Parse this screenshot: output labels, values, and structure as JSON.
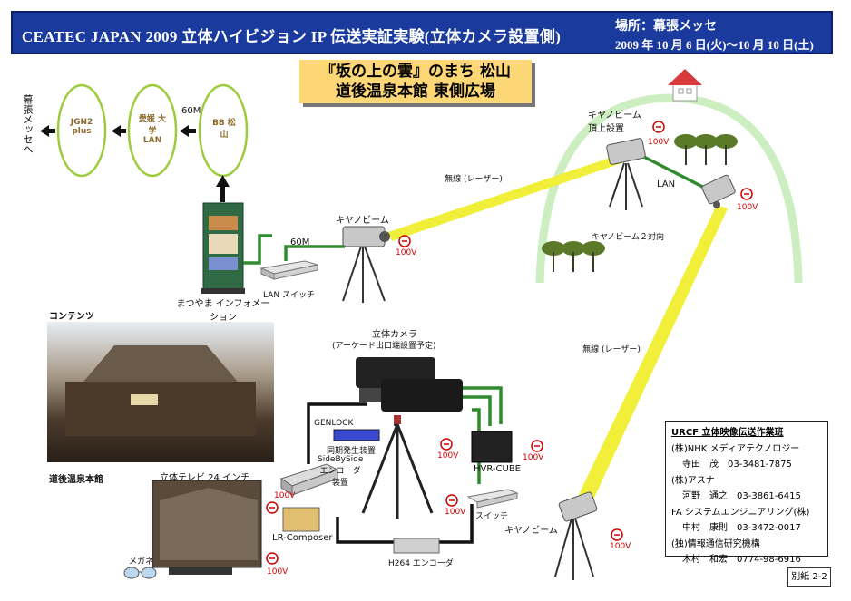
{
  "header": {
    "title": "CEATEC JAPAN 2009 立体ハイビジョン IP 伝送実証実験(立体カメラ設置側)",
    "location": "場所：幕張メッセ",
    "dates": "2009 年 10 月 6 日(火)～10 月 10 日(土)"
  },
  "venue": {
    "line1": "『坂の上の雲』のまち 松山",
    "line2": "道後温泉本館 東側広場"
  },
  "network": {
    "makuhari": "幕張メッセへ",
    "jgn2": "JGN2 plus",
    "ehime": "愛媛 大学 LAN",
    "bb": "BB 松山",
    "link_60m_top": "60M",
    "link_60m_mid": "60M",
    "lan_switch": "LAN スイッチ",
    "info_kiosk": "まつやま インフォメーション"
  },
  "labels": {
    "canobeam_mid": "キヤノビーム",
    "wireless_laser_top": "無線 (レーザー)",
    "canobeam_roof": "キヤノビーム 頂上設置",
    "lan": "LAN",
    "canobeam_2dir": "キヤノビーム２対向",
    "wireless_laser_right": "無線 (レーザー)",
    "contents": "コンテンツ",
    "dogo_building": "道後温泉本館",
    "stereo_cam": "立体カメラ",
    "stereo_cam_note": "(アーケード出口端設置予定)",
    "genlock": "GENLOCK",
    "sync_gen": "同期発生装置",
    "sbs_encoder": "SideBySide エンコーダ 装置",
    "hvr_cube": "HVR-CUBE",
    "switch": "スイッチ",
    "canobeam_bottom": "キヤノビーム",
    "tv3d": "立体テレビ 24 インチ",
    "lr_composer": "LR-Composer",
    "h264": "H264 エンコーダ",
    "glasses": "メガネ",
    "v100": "100V"
  },
  "contacts": {
    "title": "URCF 立体映像伝送作業班",
    "rows": [
      "(株)NHK メディアテクノロジー",
      "寺田　茂　03-3481-7875",
      "(株)アスナ",
      "河野　通之　03-3861-6415",
      "FA システムエンジニアリング(株)",
      "中村　康則　03-3472-0017",
      "(独)情報通信研究機構",
      "木村　和宏　0774-98-6916"
    ]
  },
  "annex": "別紙 2-2",
  "colors": {
    "header_bg": "#1a3a9e",
    "venue_bg": "#fdd675",
    "laser": "#f2ef3a",
    "lan_green": "#2e8b2e",
    "hill": "#cdeec0",
    "oval_stroke": "#9ccc3c",
    "power_red": "#d00000"
  }
}
